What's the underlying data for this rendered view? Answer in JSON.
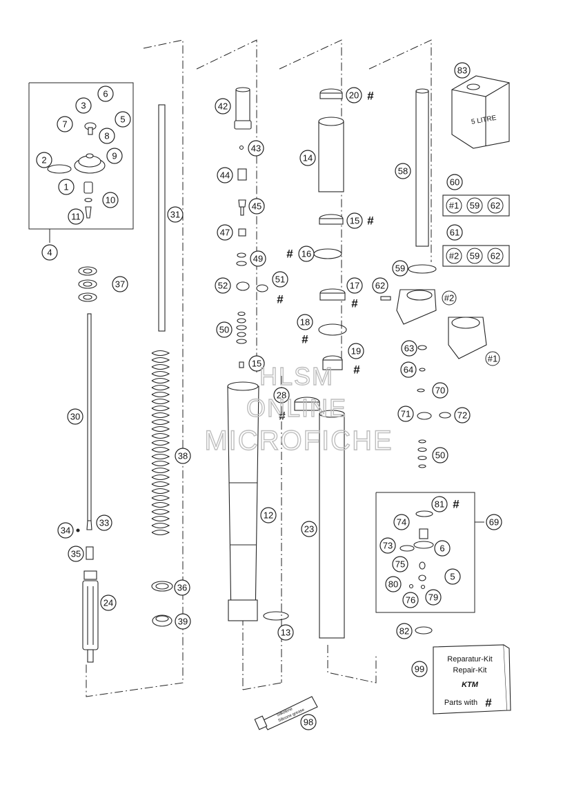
{
  "callouts": [
    {
      "id": "c1",
      "text": "1"
    },
    {
      "id": "c2",
      "text": "2"
    },
    {
      "id": "c3",
      "text": "3"
    },
    {
      "id": "c4",
      "text": "4"
    },
    {
      "id": "c5a",
      "text": "5"
    },
    {
      "id": "c6a",
      "text": "6"
    },
    {
      "id": "c7",
      "text": "7"
    },
    {
      "id": "c8",
      "text": "8"
    },
    {
      "id": "c9",
      "text": "9"
    },
    {
      "id": "c10",
      "text": "10"
    },
    {
      "id": "c11",
      "text": "11"
    },
    {
      "id": "c12",
      "text": "12"
    },
    {
      "id": "c13",
      "text": "13"
    },
    {
      "id": "c14",
      "text": "14"
    },
    {
      "id": "c15a",
      "text": "15"
    },
    {
      "id": "c15b",
      "text": "15"
    },
    {
      "id": "c16",
      "text": "16"
    },
    {
      "id": "c17",
      "text": "17"
    },
    {
      "id": "c18",
      "text": "18"
    },
    {
      "id": "c19",
      "text": "19"
    },
    {
      "id": "c20",
      "text": "20"
    },
    {
      "id": "c23",
      "text": "23"
    },
    {
      "id": "c24",
      "text": "24"
    },
    {
      "id": "c28",
      "text": "28"
    },
    {
      "id": "c30",
      "text": "30"
    },
    {
      "id": "c31",
      "text": "31"
    },
    {
      "id": "c33",
      "text": "33"
    },
    {
      "id": "c34",
      "text": "34"
    },
    {
      "id": "c35",
      "text": "35"
    },
    {
      "id": "c36",
      "text": "36"
    },
    {
      "id": "c37",
      "text": "37"
    },
    {
      "id": "c38",
      "text": "38"
    },
    {
      "id": "c39",
      "text": "39"
    },
    {
      "id": "c42",
      "text": "42"
    },
    {
      "id": "c43",
      "text": "43"
    },
    {
      "id": "c44",
      "text": "44"
    },
    {
      "id": "c45",
      "text": "45"
    },
    {
      "id": "c47",
      "text": "47"
    },
    {
      "id": "c49",
      "text": "49"
    },
    {
      "id": "c50a",
      "text": "50"
    },
    {
      "id": "c50b",
      "text": "50"
    },
    {
      "id": "c51",
      "text": "51"
    },
    {
      "id": "c52",
      "text": "52"
    },
    {
      "id": "c58",
      "text": "58"
    },
    {
      "id": "c59",
      "text": "59"
    },
    {
      "id": "c60",
      "text": "60"
    },
    {
      "id": "c61",
      "text": "61"
    },
    {
      "id": "c62",
      "text": "62"
    },
    {
      "id": "c63",
      "text": "63"
    },
    {
      "id": "c64",
      "text": "64"
    },
    {
      "id": "c69",
      "text": "69"
    },
    {
      "id": "c70",
      "text": "70"
    },
    {
      "id": "c71",
      "text": "71"
    },
    {
      "id": "c72",
      "text": "72"
    },
    {
      "id": "c73",
      "text": "73"
    },
    {
      "id": "c74",
      "text": "74"
    },
    {
      "id": "c75",
      "text": "75"
    },
    {
      "id": "c76",
      "text": "76"
    },
    {
      "id": "c79",
      "text": "79"
    },
    {
      "id": "c80",
      "text": "80"
    },
    {
      "id": "c81",
      "text": "81"
    },
    {
      "id": "c82",
      "text": "82"
    },
    {
      "id": "c83",
      "text": "83"
    },
    {
      "id": "c98",
      "text": "98"
    },
    {
      "id": "c99",
      "text": "99"
    },
    {
      "id": "c5b",
      "text": "5"
    },
    {
      "id": "c6b",
      "text": "6"
    }
  ],
  "kit_boxes": {
    "k60": [
      "#1",
      "59",
      "62"
    ],
    "k61": [
      "#2",
      "59",
      "62"
    ]
  },
  "clamp_labels": {
    "upper": "#2",
    "lower": "#1"
  },
  "hash_mark": "#",
  "oil_can": {
    "line1": "5 LITRE",
    "line2": "5 LITRE"
  },
  "tube_label": {
    "line1": "Silkolene",
    "line2": "Silicone grease"
  },
  "repair_kit": {
    "line1": "Reparatur-Kit",
    "line2": "Repair-Kit",
    "brand": "KTM",
    "line4": "Parts with",
    "mark": "#"
  },
  "watermark": {
    "line1": "HLSM",
    "line2": "ONLINE",
    "line3": "MICROFICHE"
  }
}
